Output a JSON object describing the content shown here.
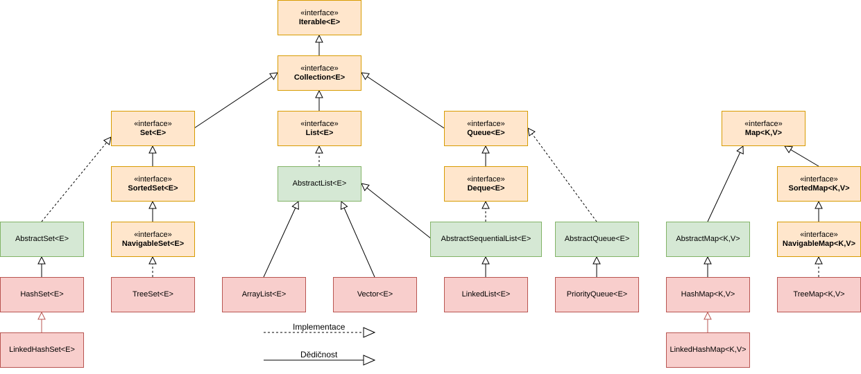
{
  "nodes": {
    "iterable": {
      "stereotype": "«interface»",
      "name": "Iterable<E>"
    },
    "collection": {
      "stereotype": "«interface»",
      "name": "Collection<E>"
    },
    "set": {
      "stereotype": "«interface»",
      "name": "Set<E>"
    },
    "list": {
      "stereotype": "«interface»",
      "name": "List<E>"
    },
    "queue": {
      "stereotype": "«interface»",
      "name": "Queue<E>"
    },
    "sortedset": {
      "stereotype": "«interface»",
      "name": "SortedSet<E>"
    },
    "navigableset": {
      "stereotype": "«interface»",
      "name": "NavigableSet<E>"
    },
    "deque": {
      "stereotype": "«interface»",
      "name": "Deque<E>"
    },
    "map": {
      "stereotype": "«interface»",
      "name": "Map<K,V>"
    },
    "sortedmap": {
      "stereotype": "«interface»",
      "name": "SortedMap<K,V>"
    },
    "navigablemap": {
      "stereotype": "«interface»",
      "name": "NavigableMap<K,V>"
    },
    "abstractset": {
      "name": "AbstractSet<E>"
    },
    "abstractlist": {
      "name": "AbstractList<E>"
    },
    "abstractsequentiallist": {
      "name": "AbstractSequentialList<E>"
    },
    "abstractqueue": {
      "name": "AbstractQueue<E>"
    },
    "abstractmap": {
      "name": "AbstractMap<K,V>"
    },
    "hashset": {
      "name": "HashSet<E>"
    },
    "treeset": {
      "name": "TreeSet<E>"
    },
    "arraylist": {
      "name": "ArrayList<E>"
    },
    "vector": {
      "name": "Vector<E>"
    },
    "linkedlist": {
      "name": "LinkedList<E>"
    },
    "priorityqueue": {
      "name": "PriorityQueue<E>"
    },
    "hashmap": {
      "name": "HashMap<K,V>"
    },
    "treemap": {
      "name": "TreeMap<K,V>"
    },
    "linkedhashset": {
      "name": "LinkedHashSet<E>"
    },
    "linkedhashmap": {
      "name": "LinkedHashMap<K,V>"
    }
  },
  "legend": {
    "implementation": "Implementace",
    "inheritance": "Dědičnost"
  },
  "colors": {
    "interface_fill": "#ffe6cc",
    "interface_border": "#d79b00",
    "abstract_fill": "#d5e8d4",
    "abstract_border": "#82b366",
    "concrete_fill": "#f8cecc",
    "concrete_border": "#b85450"
  }
}
